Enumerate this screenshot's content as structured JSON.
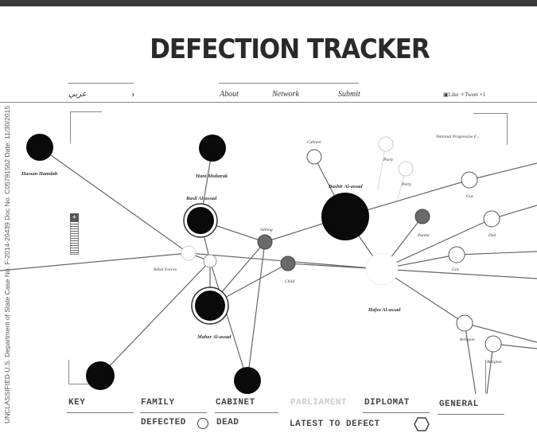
{
  "stamp": "UNCLASSIFIED U.S. Department of State Case No. F-2014-20439 Doc No. C05791562 Date: 11/30/2015",
  "logo": "DEFECTION TRACKER",
  "nav": {
    "language": "عربي",
    "chevron": "›",
    "about": "About",
    "network": "Network",
    "submit": "Submit",
    "share_like": "Like",
    "share_tweet": "Tweet",
    "share_plus": "+1"
  },
  "zoom": {
    "plus": "+"
  },
  "network": {
    "labels": {
      "hassan_hamdah": "Hassan Hamdah",
      "hani_mubarak": "Hani Mubarak",
      "basil": "Basil Al-assad",
      "bashir": "Bashir Al-assad",
      "hafez": "Hafez Al-assad",
      "maher": "Maher Al-assad",
      "rebel_forces": "Rebel Forces",
      "sibling": "Sibling",
      "child": "Child",
      "cabinet": "Cabinet",
      "party": "Party",
      "party2": "Party",
      "national": "National Progressive F...",
      "parent": "Parent",
      "gov": "Gov",
      "ded": "Ded",
      "gov2": "Gov",
      "religion": "Religion",
      "religion2": "Religion"
    }
  },
  "key": {
    "key": "KEY",
    "family": "FAMILY",
    "cabinet": "CABINET",
    "parliament": "PARLIAMENT",
    "diplomat": "DIPLOMAT",
    "general": "GENERAL",
    "defected": "DEFECTED",
    "dead": "DEAD",
    "latest": "LATEST TO DEFECT"
  },
  "colors": {
    "dead": "#0a0a0a",
    "defected": "#ffffff",
    "mixed": "#6a6a6a",
    "edge": "#666666"
  }
}
